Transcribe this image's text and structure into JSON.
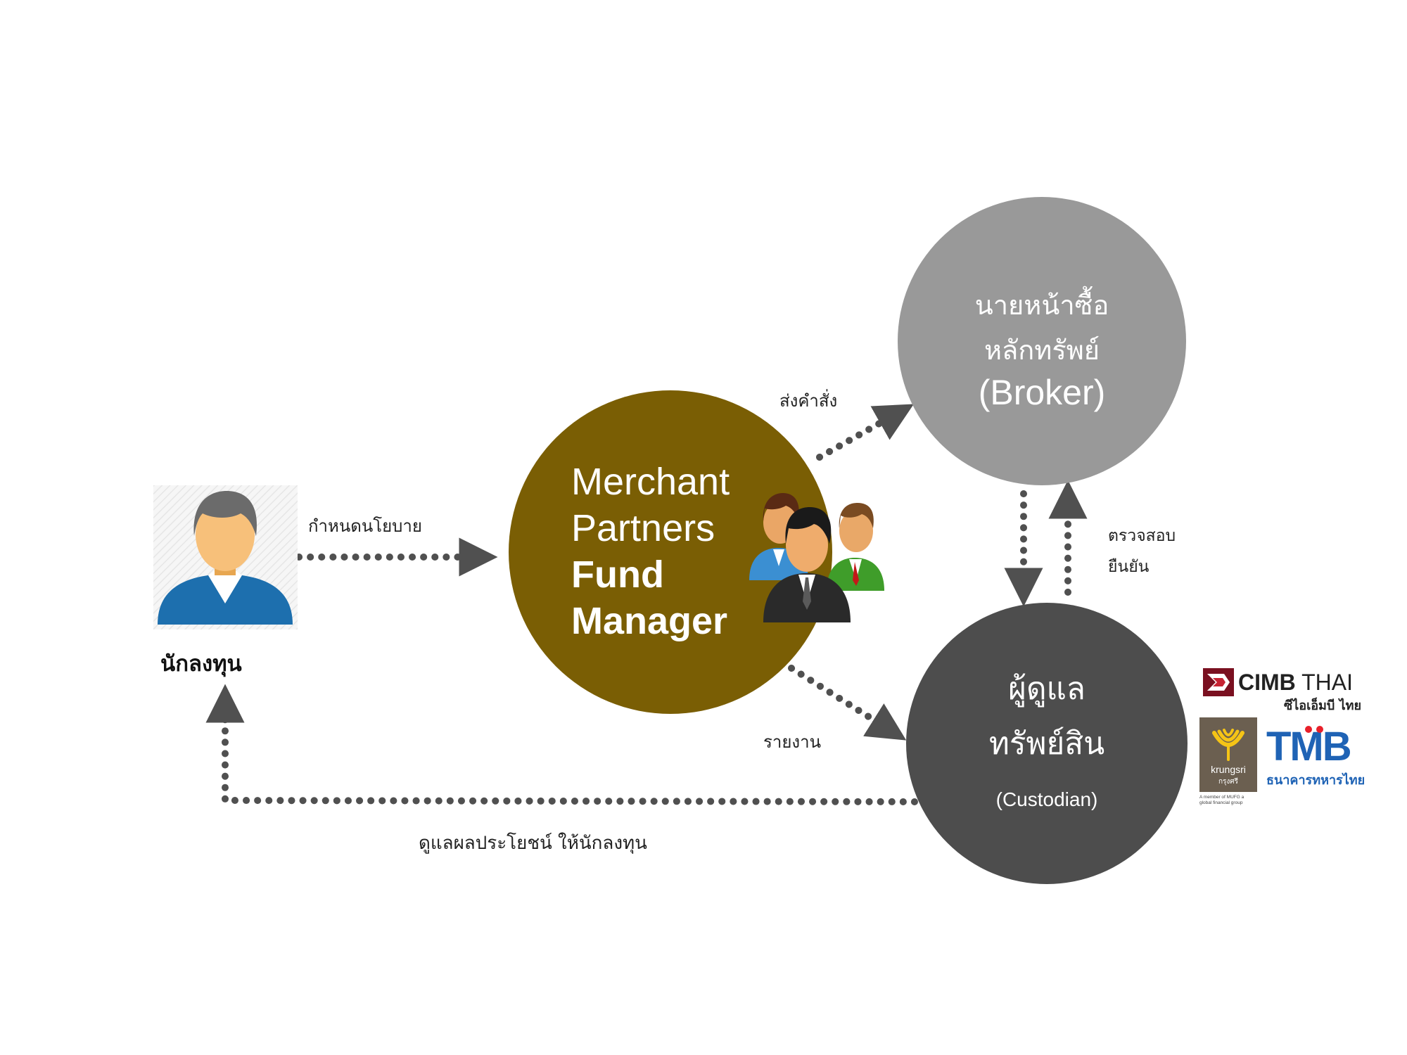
{
  "nodes": {
    "investor": {
      "label": "นักลงทุน"
    },
    "fund_manager": {
      "line1": "Merchant",
      "line2": "Partners",
      "line3": "Fund",
      "line4": "Manager"
    },
    "broker": {
      "line1": "นายหน้าซื้อ",
      "line2": "หลักทรัพย์",
      "line3": "(Broker)"
    },
    "custodian": {
      "line1": "ผู้ดูแล",
      "line2": "ทรัพย์สิน",
      "line3": "(Custodian)"
    }
  },
  "edges": {
    "investor_to_fund": "กำหนดนโยบาย",
    "fund_to_broker": "ส่งคำสั่ง",
    "fund_to_custodian": "รายงาน",
    "custodian_broker_line1": "ตรวจสอบ",
    "custodian_broker_line2": "ยืนยัน",
    "custodian_to_investor": "ดูแลผลประโยชน์ ให้นักลงทุน"
  },
  "logos": {
    "cimb": {
      "name_bold": "CIMB",
      "name_light": "THAI",
      "thai": "ซีไอเอ็มบี ไทย"
    },
    "krungsri": {
      "name": "krungsri",
      "thai": "กรุงศรี",
      "tagline": "A member of MUFG a global financial group"
    },
    "tmb": {
      "name": "TMB",
      "thai": "ธนาคารทหารไทย"
    }
  },
  "colors": {
    "fund_manager": "#7a5e04",
    "broker": "#999999",
    "custodian": "#4d4d4d",
    "arrow": "#505050",
    "cimb_red": "#7a1020",
    "krungsri": "#6b5f50",
    "tmb_blue": "#1f63b5",
    "tmb_red": "#e8202a"
  }
}
